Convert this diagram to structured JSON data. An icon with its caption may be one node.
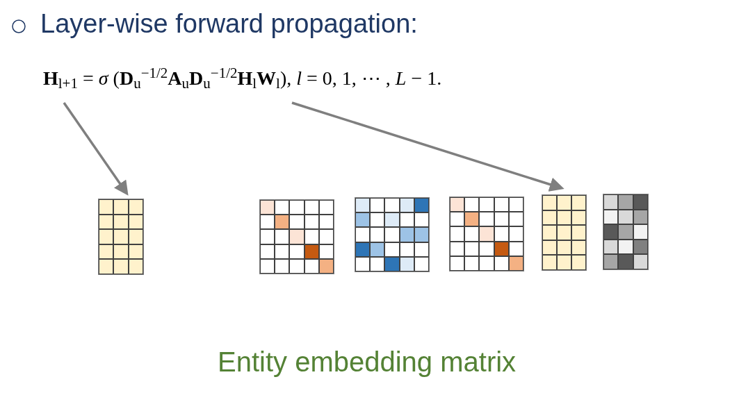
{
  "diagram": {
    "title": "Layer-wise forward propagation:",
    "nodes": [
      {
        "text": [
          "**H**$_{l+1}$ = *σ* (**D**$_{u}$$^{−1/2}$**A**$_{u}$**D**$_{u}$$^{−1/2}$**H**$_{l}$**W**$_{l}$), *l* = 0, 1, ⋯ , *L* − 1."
        ]
      },
      {
        "text": [],
        "shape": "grid"
      },
      {
        "text": [],
        "shape": "grid"
      },
      {
        "text": [],
        "shape": "grid"
      },
      {
        "text": [],
        "shape": "grid"
      },
      {
        "text": [],
        "shape": "grid"
      },
      {
        "text": [],
        "shape": "grid"
      }
    ],
    "edges": [
      {
        "from": 0,
        "to": 1,
        "arrow": "to"
      },
      {
        "from": 0,
        "to": 5,
        "arrow": "to"
      }
    ],
    "labels": [
      "Entity embedding matrix"
    ]
  }
}
